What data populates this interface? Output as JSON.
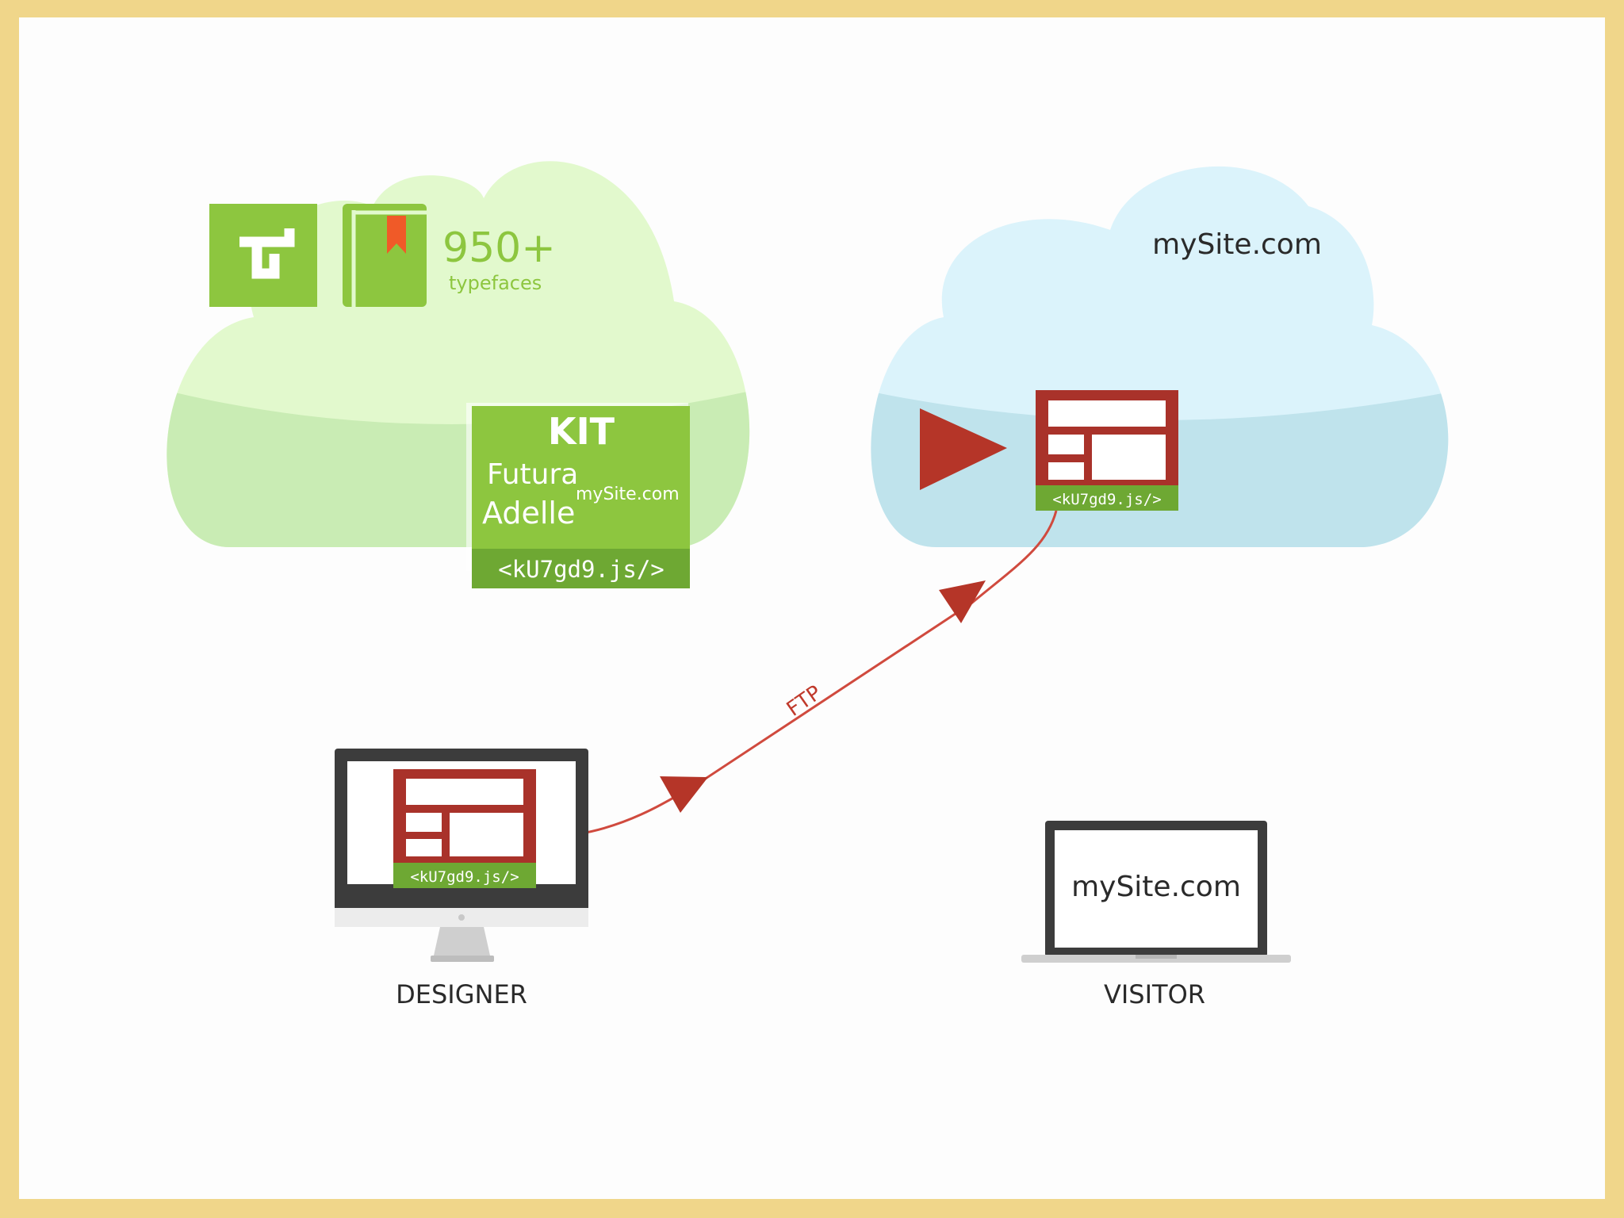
{
  "typekit_cloud": {
    "count_label": "950+",
    "count_sublabel": "typefaces",
    "kit": {
      "title": "KIT",
      "fonts": [
        "Futura",
        "Adelle"
      ],
      "site": "mySite.com",
      "code": "<kU7gd9.js/>"
    }
  },
  "site_cloud": {
    "title": "mySite.com",
    "code": "<kU7gd9.js/>"
  },
  "designer": {
    "label": "DESIGNER",
    "code": "<kU7gd9.js/>"
  },
  "transfer": {
    "label": "FTP"
  },
  "visitor": {
    "label": "VISITOR",
    "screen_text": "mySite.com"
  },
  "colors": {
    "frame": "#f0d68a",
    "green_cloud": "#e2f9cd",
    "blue_cloud": "#dbf3fb",
    "kit_green": "#8dc63f",
    "brick_red": "#a9322a",
    "arrow_red": "#d04a3e"
  },
  "icons": {
    "typekit_logo": "typekit-t-icon",
    "library": "bookmarked-book-icon",
    "play": "play-triangle-icon",
    "page_layout": "page-layout-icon",
    "designer_device": "desktop-monitor-icon",
    "visitor_device": "laptop-icon"
  }
}
